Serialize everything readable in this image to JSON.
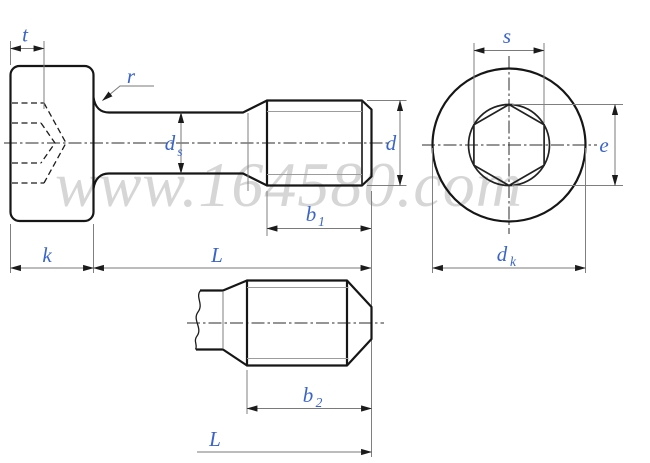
{
  "watermark": "www.164580.com",
  "colors": {
    "label_blue": "#3a64cc",
    "object_line": "#161616",
    "dimension_line": "#7a7a7a",
    "thread_root_line": "#9c9c9c",
    "watermark_gray": "#d6d6d6",
    "background": "#ffffff"
  },
  "dimension_labels": {
    "t": {
      "main": "t",
      "sub": ""
    },
    "r": {
      "main": "r",
      "sub": ""
    },
    "d_s": {
      "main": "d",
      "sub": "s"
    },
    "d": {
      "main": "d",
      "sub": ""
    },
    "b_1": {
      "main": "b",
      "sub": "1"
    },
    "k": {
      "main": "k",
      "sub": ""
    },
    "L_side": {
      "main": "L",
      "sub": ""
    },
    "s": {
      "main": "s",
      "sub": ""
    },
    "e": {
      "main": "e",
      "sub": ""
    },
    "d_k": {
      "main": "d",
      "sub": "k"
    },
    "b_2": {
      "main": "b",
      "sub": "2"
    },
    "L_bottom": {
      "main": "L",
      "sub": ""
    }
  }
}
